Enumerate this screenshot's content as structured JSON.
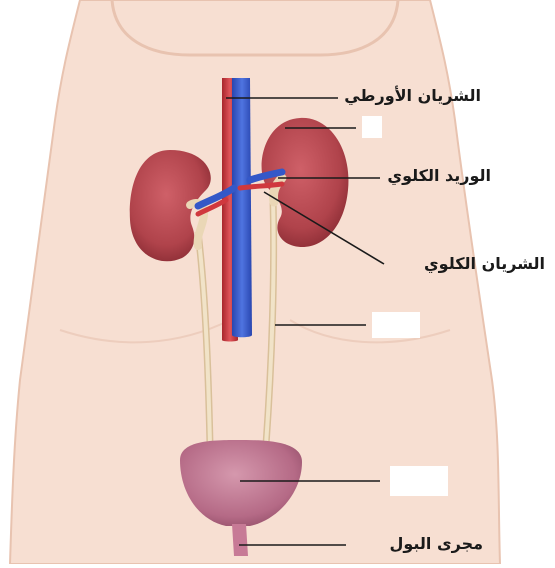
{
  "labels": {
    "aorta": "الشريان الأورطي",
    "renal_vein": "الوريد الكلوي",
    "renal_artery": "الشريان الكلوي",
    "urethra": "مجرى البول"
  },
  "colors": {
    "skin": "#f7dfd2",
    "skin_edge": "#e8c3b0",
    "kidney": "#b8484f",
    "kidney_dark": "#8e2c36",
    "artery": "#d0383e",
    "vein": "#3458c8",
    "ureter": "#ead7b6",
    "bladder": "#b56a86",
    "leader": "#1a1a1a"
  }
}
